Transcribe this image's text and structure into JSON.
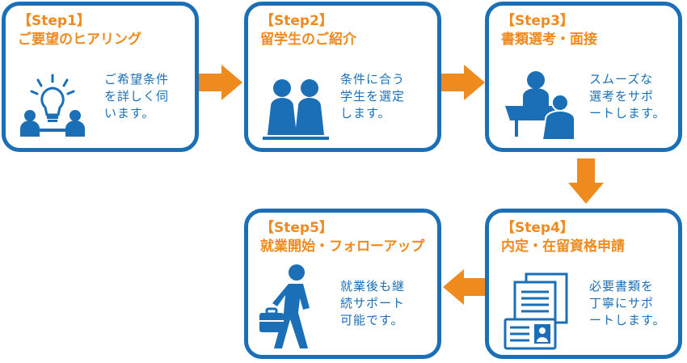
{
  "colors": {
    "blue": "#1a6fb7",
    "orange": "#ef8a1e"
  },
  "steps": [
    {
      "label": "【Step1】",
      "title": "ご要望のヒアリング",
      "icon": "meeting-lightbulb-icon",
      "desc": [
        "ご希望条件",
        "を詳しく伺",
        "います。"
      ]
    },
    {
      "label": "【Step2】",
      "title": "留学生のご紹介",
      "icon": "two-people-icon",
      "desc": [
        "条件に合う",
        "学生を選定",
        "します。"
      ]
    },
    {
      "label": "【Step3】",
      "title": "書類選考・面接",
      "icon": "interview-icon",
      "desc": [
        "スムーズな",
        "選考をサポ",
        "ートします。"
      ]
    },
    {
      "label": "【Step4】",
      "title": "内定・在留資格申請",
      "icon": "documents-id-card-icon",
      "desc": [
        "必要書類を",
        "丁寧にサポ",
        "ートします。"
      ]
    },
    {
      "label": "【Step5】",
      "title": "就業開始・フォローアップ",
      "icon": "walking-businessman-icon",
      "desc": [
        "就業後も継",
        "続サポート",
        "可能です。"
      ]
    }
  ]
}
